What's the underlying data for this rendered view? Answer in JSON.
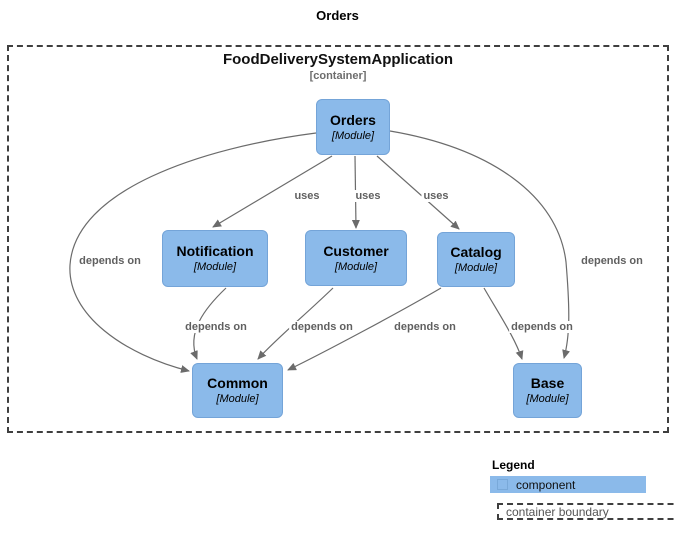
{
  "page_title": "Orders",
  "boundary": {
    "title": "FoodDeliverySystemApplication",
    "subtitle": "[container]"
  },
  "nodes": [
    {
      "id": "orders",
      "label": "Orders",
      "meta": "[Module]"
    },
    {
      "id": "notification",
      "label": "Notification",
      "meta": "[Module]"
    },
    {
      "id": "customer",
      "label": "Customer",
      "meta": "[Module]"
    },
    {
      "id": "catalog",
      "label": "Catalog",
      "meta": "[Module]"
    },
    {
      "id": "common",
      "label": "Common",
      "meta": "[Module]"
    },
    {
      "id": "base",
      "label": "Base",
      "meta": "[Module]"
    }
  ],
  "edges": [
    {
      "from": "Orders",
      "to": "Notification",
      "label": "uses"
    },
    {
      "from": "Orders",
      "to": "Customer",
      "label": "uses"
    },
    {
      "from": "Orders",
      "to": "Catalog",
      "label": "uses"
    },
    {
      "from": "Orders",
      "to": "Common",
      "label": "depends on"
    },
    {
      "from": "Orders",
      "to": "Base",
      "label": "depends on"
    },
    {
      "from": "Notification",
      "to": "Common",
      "label": "depends on"
    },
    {
      "from": "Customer",
      "to": "Common",
      "label": "depends on"
    },
    {
      "from": "Catalog",
      "to": "Common",
      "label": "depends on"
    },
    {
      "from": "Catalog",
      "to": "Base",
      "label": "depends on"
    }
  ],
  "legend": {
    "title": "Legend",
    "items": [
      {
        "label": "component"
      },
      {
        "label": "container boundary"
      }
    ]
  },
  "colors": {
    "node_fill": "#8BBAEA",
    "node_border": "#74A4D8",
    "edge": "#6B6B6B",
    "edge_label": "#606060",
    "boundary_border": "#3F3F3F"
  }
}
